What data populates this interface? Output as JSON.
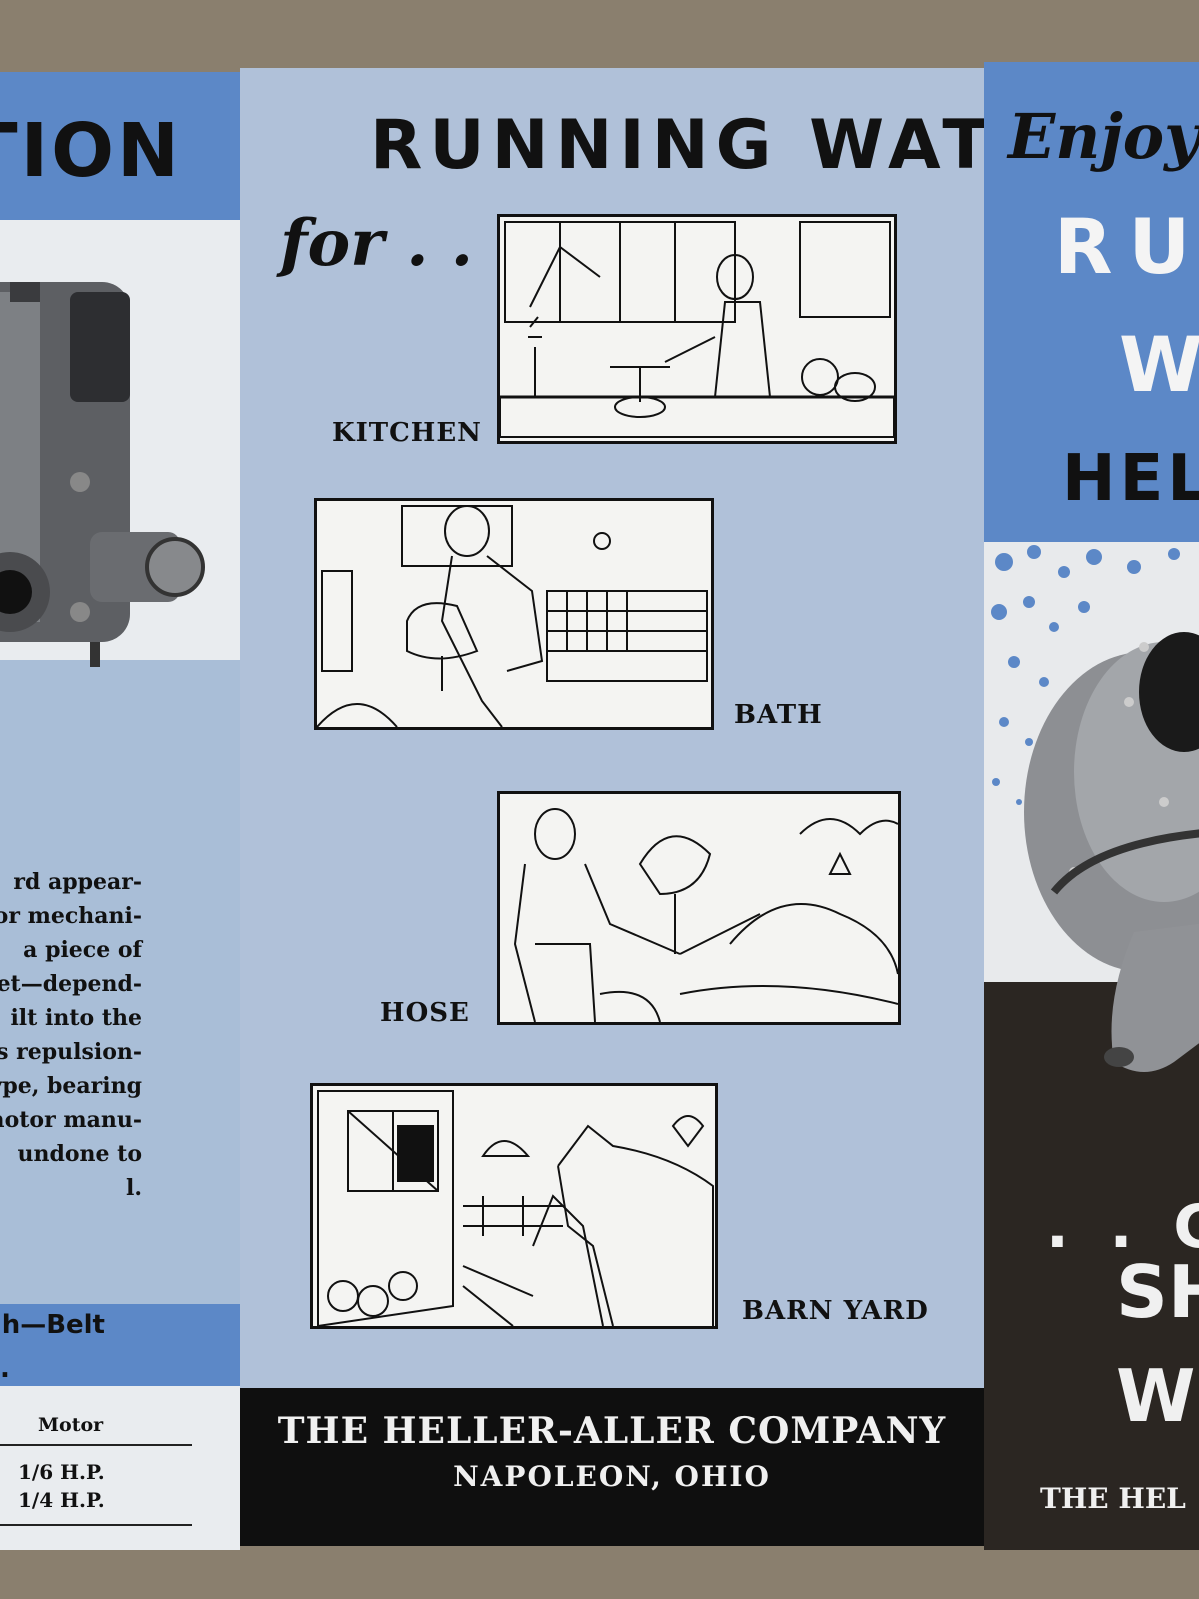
{
  "left_panel": {
    "heading": "CTION",
    "body_lines": [
      "rd appear-",
      "ior mechani-",
      "a piece of",
      "et—depend-",
      "ilt into the",
      "is repulsion-",
      "ype, bearing",
      "motor manu-",
      "undone to",
      "l."
    ],
    "band_line1": "h—Belt",
    "band_line2": ".",
    "table_header": "Motor",
    "table_rows": [
      "1/6 H.P.",
      "1/4 H.P."
    ]
  },
  "center_panel": {
    "title": "RUNNING WATER",
    "for_text": "for . .",
    "labels": {
      "kitchen": "KITCHEN",
      "bath": "BATH",
      "hose": "HOSE",
      "barn": "BARN YARD"
    },
    "footer": {
      "company": "THE HELLER-ALLER COMPANY",
      "city": "NAPOLEON, OHIO"
    }
  },
  "right_panel": {
    "enjoy": "Enjoy",
    "ru": "RU",
    "w": "W",
    "hel": "HEL",
    "dots": ". . C",
    "sh": "SH",
    "wb": "W",
    "the": "THE HEL"
  },
  "colors": {
    "accent_blue": "#5c88c7",
    "panel_blue": "#b0c1d9",
    "footer_black": "#0f0f0f",
    "background": "#8a7f6e"
  }
}
